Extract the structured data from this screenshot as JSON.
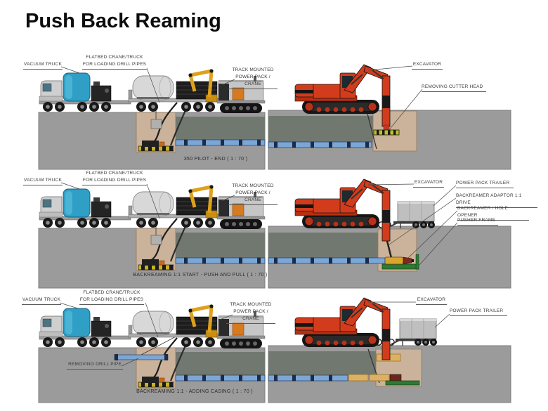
{
  "title": "Push Back Reaming",
  "colors": {
    "ground": "#9b9b9b",
    "undisturbed_strip": "#717870",
    "pit": "#cbb29a",
    "drill_pipe_blue": "#7ba7d7",
    "excavator_red": "#d23c1c",
    "crane_yellow": "#dfa11c",
    "vacuum_tank_blue": "#2f9fc6",
    "trailer_gray": "#bfbfbf",
    "pusher_frame_green": "#2c7a33",
    "backreamer_yellow": "#d8a62a",
    "casing_tan": "#ddb163"
  },
  "panels": [
    {
      "id": "pilot-end",
      "caption": "350 PILOT - END ( 1 : 70 )",
      "labels": {
        "vacuum_truck": "VACUUM TRUCK",
        "flatbed_crane_truck": "FLATBED CRANE/TRUCK\nFOR LOADING DRILL PIPES",
        "track_power_pack": "TRACK MOUNTED\nPOWER PACK / CRANE",
        "excavator": "EXCAVATOR",
        "removing_cutter_head": "REMOVING CUTTER HEAD"
      }
    },
    {
      "id": "backreaming-start",
      "caption": "BACKREAMING 1:1 START - PUSH AND PULL ( 1 : 70 )",
      "labels": {
        "vacuum_truck": "VACUUM TRUCK",
        "flatbed_crane_truck": "FLATBED CRANE/TRUCK\nFOR LOADING DRILL PIPES",
        "track_power_pack": "TRACK MOUNTED\nPOWER PACK / CRANE",
        "excavator": "EXCAVATOR",
        "power_pack_trailer": "POWER PACK TRAILER",
        "backreamer_adaptor": "BACKREAMER ADAPTOR 1:1 DRIVE",
        "backreamer_hole_opener": "BACKREAMER / HOLE OPENER",
        "pusher_frame": "PUSHER FRAME"
      }
    },
    {
      "id": "adding-casing",
      "caption": "BACKREAMING 1:1 - ADDING CASING ( 1 : 70 )",
      "labels": {
        "vacuum_truck": "VACUUM TRUCK",
        "flatbed_crane_truck": "FLATBED CRANE/TRUCK\nFOR LOADING DRILL PIPES",
        "track_power_pack": "TRACK MOUNTED\nPOWER PACK / CRANE",
        "excavator": "EXCAVATOR",
        "power_pack_trailer": "POWER PACK TRAILER",
        "removing_drill_pipe": "REMOVING DRILL PIPE"
      }
    }
  ]
}
